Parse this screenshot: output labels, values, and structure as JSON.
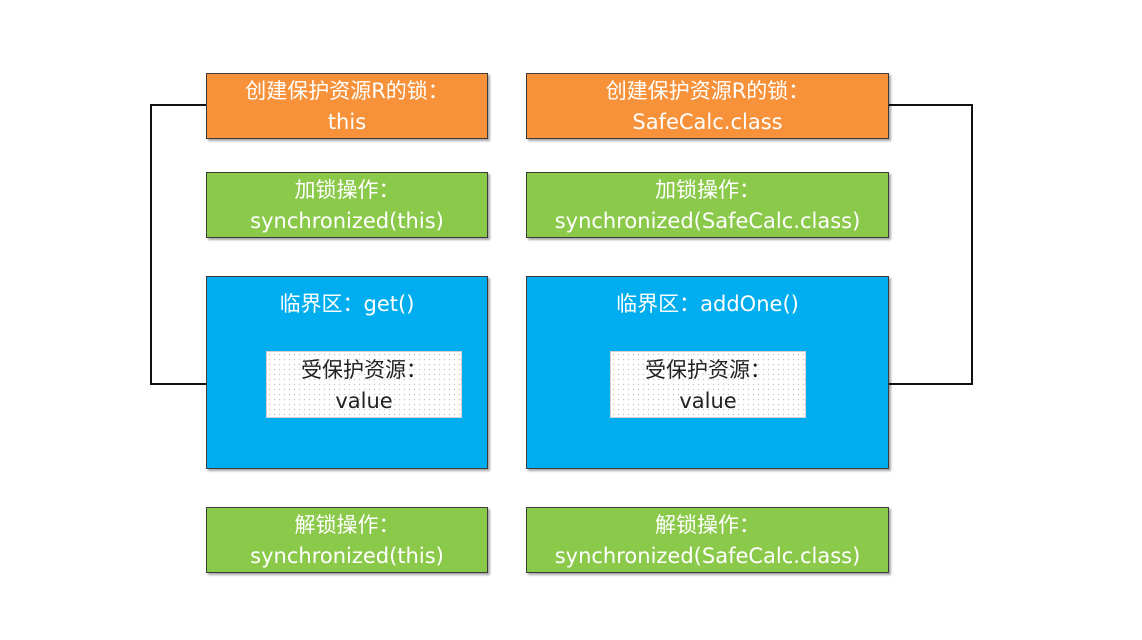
{
  "left": {
    "lock_create": {
      "line1": "创建保护资源R的锁：",
      "line2": "this"
    },
    "lock_op": {
      "line1": "加锁操作：",
      "line2": "synchronized(this)"
    },
    "critical": {
      "title": "临界区：get()"
    },
    "resource": {
      "line1": "受保护资源：",
      "line2": "value"
    },
    "unlock_op": {
      "line1": "解锁操作：",
      "line2": "synchronized(this)"
    }
  },
  "right": {
    "lock_create": {
      "line1": "创建保护资源R的锁：",
      "line2": "SafeCalc.class"
    },
    "lock_op": {
      "line1": "加锁操作：",
      "line2": "synchronized(SafeCalc.class)"
    },
    "critical": {
      "title": "临界区：addOne()"
    },
    "resource": {
      "line1": "受保护资源：",
      "line2": "value"
    },
    "unlock_op": {
      "line1": "解锁操作：",
      "line2": "synchronized(SafeCalc.class)"
    }
  },
  "colors": {
    "lock_create": "#f7923a",
    "lock_ops": "#8bc94a",
    "critical_section": "#00aeef",
    "connector": "#111111"
  }
}
